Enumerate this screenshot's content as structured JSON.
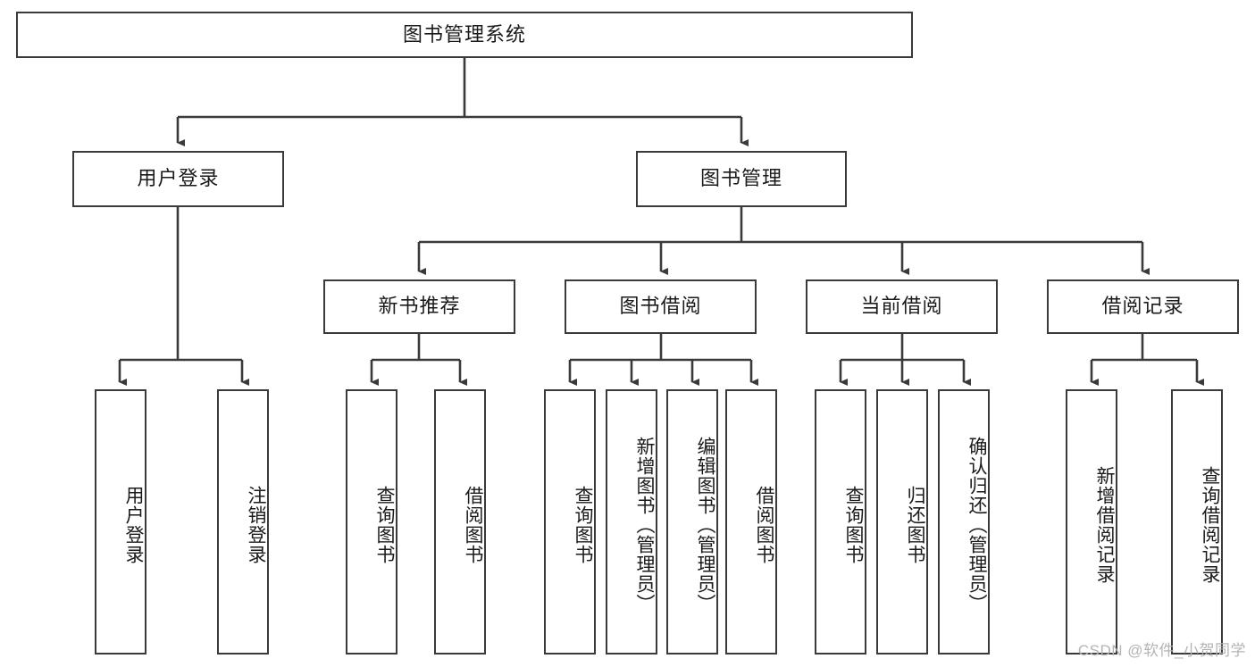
{
  "diagram": {
    "type": "tree",
    "title": "图书管理系统",
    "root": {
      "label": "图书管理系统"
    },
    "level2": [
      {
        "id": "login",
        "label": "用户登录"
      },
      {
        "id": "bookmgmt",
        "label": "图书管理"
      }
    ],
    "level3": [
      {
        "id": "newbook",
        "label": "新书推荐",
        "parent": "bookmgmt"
      },
      {
        "id": "borrow",
        "label": "图书借阅",
        "parent": "bookmgmt"
      },
      {
        "id": "current",
        "label": "当前借阅",
        "parent": "bookmgmt"
      },
      {
        "id": "record",
        "label": "借阅记录",
        "parent": "bookmgmt"
      }
    ],
    "leaves": [
      {
        "id": "leaf-1",
        "label": "用户登录",
        "parent": "login"
      },
      {
        "id": "leaf-2",
        "label": "注销登录",
        "parent": "login"
      },
      {
        "id": "leaf-3",
        "label": "查询图书",
        "parent": "newbook"
      },
      {
        "id": "leaf-4",
        "label": "借阅图书",
        "parent": "newbook"
      },
      {
        "id": "leaf-5",
        "label": "查询图书",
        "parent": "borrow"
      },
      {
        "id": "leaf-6",
        "label": "新增图书（管理员）",
        "parent": "borrow"
      },
      {
        "id": "leaf-7",
        "label": "编辑图书（管理员）",
        "parent": "borrow"
      },
      {
        "id": "leaf-8",
        "label": "借阅图书",
        "parent": "borrow"
      },
      {
        "id": "leaf-9",
        "label": "查询图书",
        "parent": "current"
      },
      {
        "id": "leaf-10",
        "label": "归还图书",
        "parent": "current"
      },
      {
        "id": "leaf-11",
        "label": "确认归还（管理员）",
        "parent": "current"
      },
      {
        "id": "leaf-12",
        "label": "新增借阅记录",
        "parent": "record"
      },
      {
        "id": "leaf-13",
        "label": "查询借阅记录",
        "parent": "record"
      }
    ]
  },
  "watermark": {
    "text": "CSDN @软件_小贺同学"
  },
  "colors": {
    "stroke": "#3a3a3a",
    "fill": "#ffffff",
    "text": "#1a1a1a",
    "watermark": "#b4b4b4"
  }
}
